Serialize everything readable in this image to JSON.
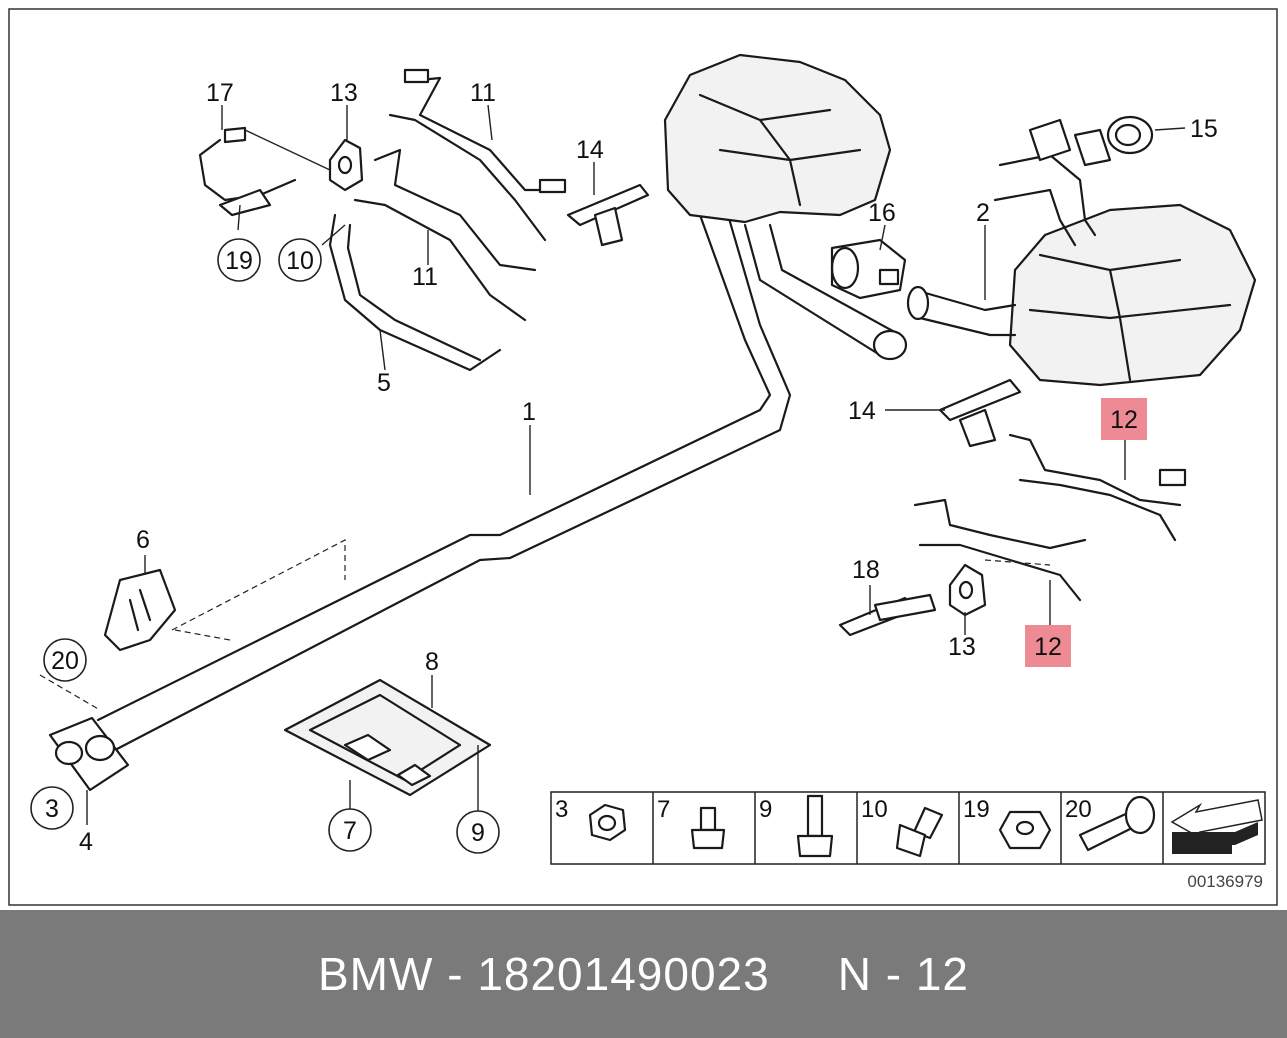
{
  "diagram": {
    "callouts": {
      "c1": "1",
      "c2": "2",
      "c3": "3",
      "c4": "4",
      "c5": "5",
      "c6": "6",
      "c7": "7",
      "c8": "8",
      "c9": "9",
      "c10": "10",
      "c11a": "11",
      "c11b": "11",
      "c12a": "12",
      "c12b": "12",
      "c13a": "13",
      "c13b": "13",
      "c14a": "14",
      "c14b": "14",
      "c15": "15",
      "c16": "16",
      "c17": "17",
      "c18": "18",
      "c19": "19",
      "c20": "20"
    },
    "highlight_color": "#ee8a93",
    "parts_table": [
      "3",
      "7",
      "9",
      "10",
      "19",
      "20"
    ],
    "diagram_id": "00136979"
  },
  "footer": {
    "brand": "BMW",
    "separator": " - ",
    "part_number": "18201490023",
    "reference": "N - 12",
    "background": "#7a7a7a"
  }
}
